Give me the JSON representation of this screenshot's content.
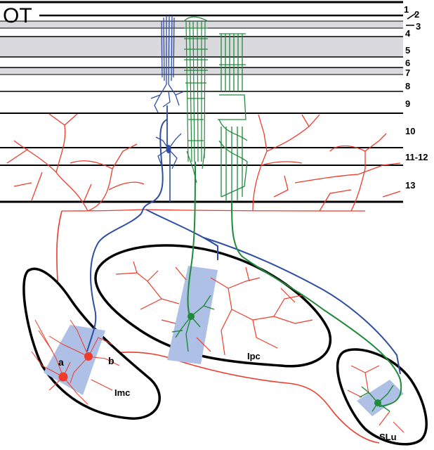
{
  "diagram": {
    "optic_tectum_label": "OT",
    "layer_labels": [
      {
        "id": "1",
        "text": "1"
      },
      {
        "id": "2",
        "text": "2"
      },
      {
        "id": "3",
        "text": "3"
      },
      {
        "id": "4",
        "text": "4"
      },
      {
        "id": "5",
        "text": "5"
      },
      {
        "id": "6",
        "text": "6"
      },
      {
        "id": "7",
        "text": "7"
      },
      {
        "id": "8",
        "text": "8"
      },
      {
        "id": "9",
        "text": "9"
      },
      {
        "id": "10",
        "text": "10"
      },
      {
        "id": "11-12",
        "text": "11-12"
      },
      {
        "id": "13",
        "text": "13"
      }
    ],
    "nuclei": {
      "imc": "Imc",
      "ipc": "Ipc",
      "slu": "SLu"
    },
    "neuron_markers": {
      "a": "a",
      "b": "b"
    },
    "colors": {
      "red": "#ee3b2c",
      "blue": "#2f4ea2",
      "green": "#1f8a3a",
      "shade": "#d9d9de",
      "zone": "#aec0e6"
    }
  }
}
